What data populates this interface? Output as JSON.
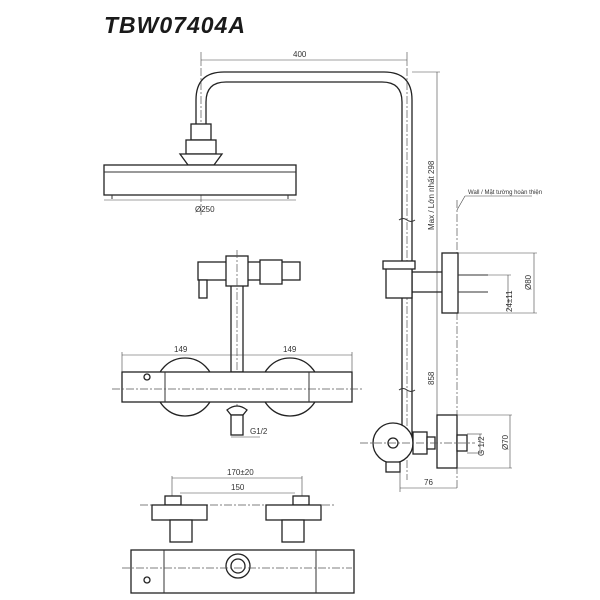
{
  "title": "TBW07404A",
  "dimensions": {
    "arm_length": "400",
    "head_diameter": "Ø250",
    "max_height": "Max / Lớn nhất 298",
    "wall_label": "Wall / Mặt tường hoàn thiện",
    "bracket_diameter": "Ø80",
    "bracket_offset": "24±11",
    "rail_height": "858",
    "flange_diameter": "Ø70",
    "flange_thread": "G 1/2",
    "wall_distance": "76",
    "left_half": "149",
    "right_half": "149",
    "outlet_thread": "G1/2",
    "inlet_spacing": "170±20",
    "inlet_center": "150"
  }
}
